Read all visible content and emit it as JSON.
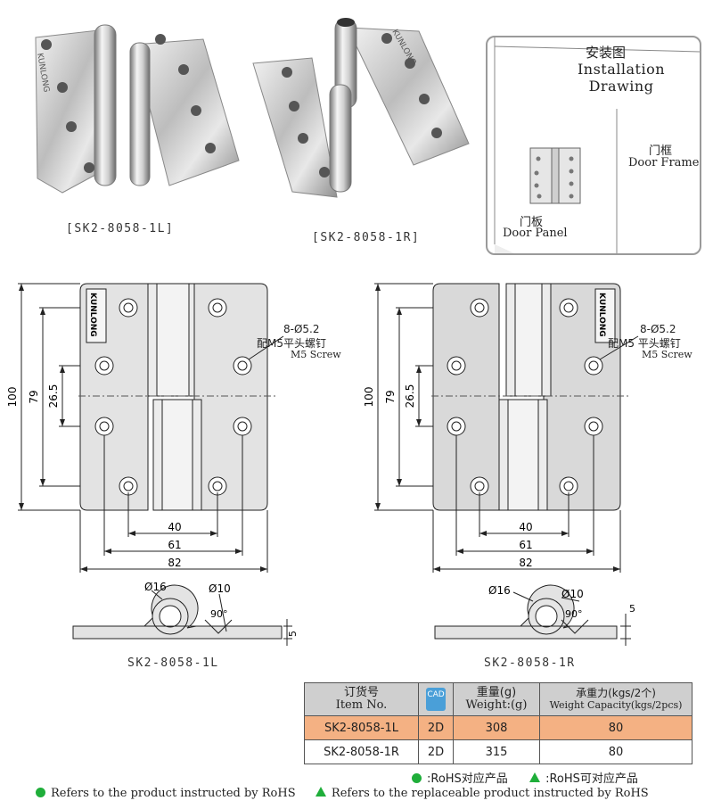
{
  "photos": {
    "left_caption": "[SK2-8058-1L]",
    "right_caption": "[SK2-8058-1R]",
    "brand_engraving": "KUNLONG"
  },
  "installation": {
    "title_cn": "安装图",
    "title_en": "Installation Drawing",
    "frame_cn": "门框",
    "frame_en": "Door Frame",
    "panel_cn": "门板",
    "panel_en": "Door Panel"
  },
  "drawings": {
    "brand": "KUNLONG",
    "screw_count": "8-Ø5.2",
    "screw_cn": "配M5平头螺钉",
    "screw_cn_right": "配M5 平头螺钉",
    "screw_en": "M5 Screw",
    "dim_height": "100",
    "dim_79": "79",
    "dim_26_5": "26.5",
    "dim_40": "40",
    "dim_61": "61",
    "dim_82": "82",
    "dim_phi16": "Ø16",
    "dim_phi10": "Ø10",
    "dim_angle": "90°",
    "dim_thick": "5",
    "left_model": "SK2-8058-1L",
    "right_model": "SK2-8058-1R"
  },
  "table": {
    "h_item_cn": "订货号",
    "h_item_en": "Item No.",
    "h_cad": "CAD",
    "h_weight_cn": "重量(g)",
    "h_weight_en": "Weight:(g)",
    "h_cap_cn": "承重力(kgs/2个)",
    "h_cap_en": "Weight Capacity(kgs/2pcs)",
    "rows": [
      {
        "item": "SK2-8058-1L",
        "cad": "2D",
        "weight": "308",
        "capacity": "80"
      },
      {
        "item": "SK2-8058-1R",
        "cad": "2D",
        "weight": "315",
        "capacity": "80"
      }
    ]
  },
  "legend": {
    "rohs_cn": ":RoHS对应产品",
    "rohs_replace_cn": ":RoHS可对应产品",
    "rohs_en": "Refers to the product instructed by RoHS",
    "rohs_replace_en": "Refers to the replaceable product instructed by RoHS"
  }
}
